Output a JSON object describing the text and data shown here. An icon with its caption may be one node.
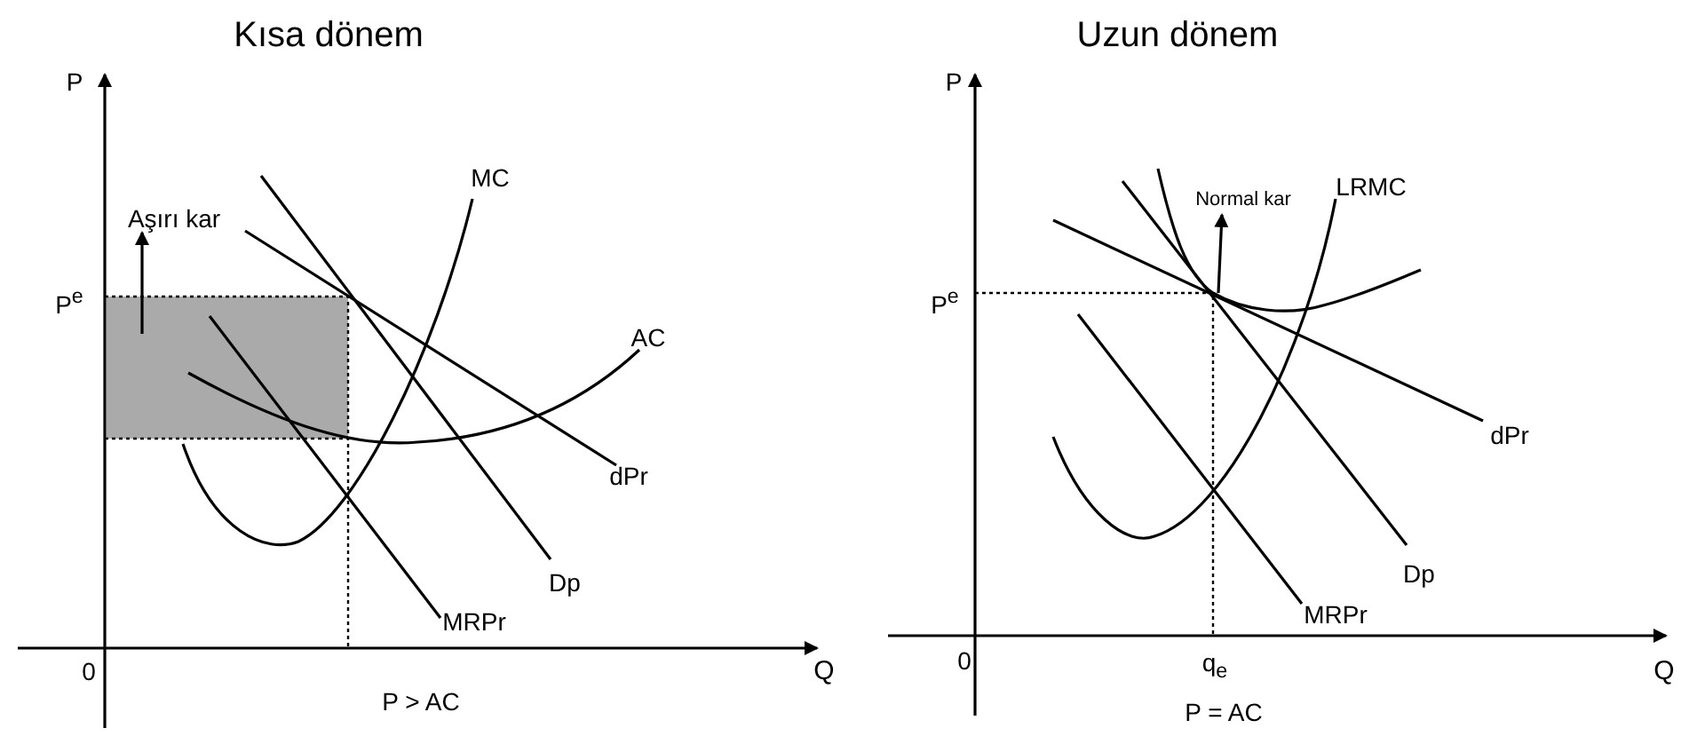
{
  "diagram": {
    "nodes": [
      {
        "text": [],
        "shape": "box"
      },
      {
        "text": [
          "Aşırı kar"
        ]
      },
      {
        "text": [
          "Normal kar"
        ]
      }
    ],
    "edges": [
      {
        "from": 0,
        "to": 1,
        "arrow": "to"
      },
      {
        "from": null,
        "to": 2,
        "arrow": "to"
      }
    ],
    "labels": [
      "Kısa dönem",
      "P",
      "MC",
      "P$^{e}$",
      "AC",
      "dPr",
      "Dp",
      "MRPr",
      "0",
      "Q",
      "P > AC",
      "Uzun dönem",
      "P",
      "LRMC",
      "P$^{e}$",
      "dPr",
      "Dp",
      "MRPr",
      "0",
      "q$_{e}$",
      "Q",
      "P = AC"
    ]
  }
}
